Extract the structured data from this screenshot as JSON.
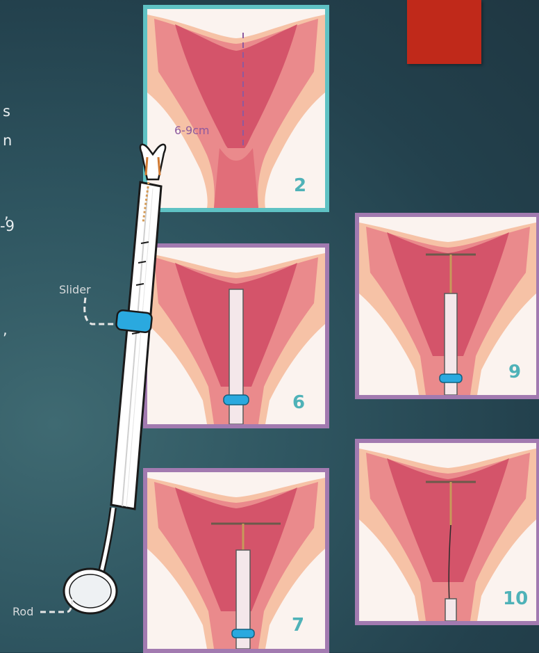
{
  "clipped_text": [
    "s",
    "n",
    ",",
    "-9",
    ","
  ],
  "panels": [
    {
      "step": "2",
      "label": "6-9cm"
    },
    {
      "step": "6"
    },
    {
      "step": "9"
    },
    {
      "step": "7"
    },
    {
      "step": "10"
    }
  ],
  "labels": {
    "slider": "Slider",
    "rod": "Rod"
  },
  "colors": {
    "accent": "#c0291a",
    "teal_border": "#5fc2c4",
    "purple_border": "#a27ab0",
    "step_number": "#4fb2b8",
    "slider_band": "#2aa9df"
  }
}
